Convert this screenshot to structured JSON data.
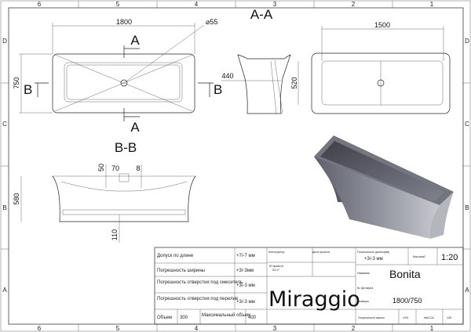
{
  "zones": {
    "columns": [
      "6",
      "5",
      "4",
      "3",
      "2",
      "1"
    ],
    "rows": [
      "D",
      "C",
      "B",
      "A"
    ]
  },
  "views": {
    "section_a_label": "A-A",
    "section_b_label": "B-B",
    "cut_a": "A",
    "cut_b": "B"
  },
  "dimensions": {
    "length": "1800",
    "drain_diameter": "⌀55",
    "width": "750",
    "side_height": "440",
    "inner_length": "1500",
    "inner_width": "520",
    "section_height": "580",
    "dim_50": "50",
    "dim_70": "70",
    "dim_8": "8",
    "dim_110": "110"
  },
  "title_block": {
    "rows": [
      {
        "label": "Допуск по длине",
        "value": "+7/-7 мм"
      },
      {
        "label": "Погрешность ширины",
        "value": "+3/-3мм"
      },
      {
        "label": "Погрешность отверстия под смеситель",
        "value": "+3/-3 мм"
      },
      {
        "label": "Погрешность отверстия под перелив",
        "value": "+3/-3 мм"
      }
    ],
    "volume_label": "Объем",
    "volume_value": "300",
    "max_volume_label": "Максимальный объем",
    "max_volume_value": "400",
    "designer_label": "Конструктор",
    "project_date_label": "Дата проекта",
    "project_id_label": "ID проекта",
    "project_id_value": "03.17",
    "brand": "Miraggio",
    "length_tolerance_label": "Погрешность длины(мм)",
    "length_tolerance_value": "+3/-3 мм",
    "scale_label": "Масштаб",
    "scale_value": "1:20",
    "name_label": "Название",
    "name_value": "Bonita",
    "article_label": "№ Артикула",
    "size_label": "Размеры",
    "size_value": "1800/750",
    "mass_tolerance_label": "Погрешность массы",
    "mass_tolerance_value": "±3%",
    "mass_label": "МАССА",
    "mass_value": "125"
  },
  "colors": {
    "render_top": "#6a6c78",
    "render_inner": "#4a4b56",
    "render_side": "#8d8f9a"
  }
}
